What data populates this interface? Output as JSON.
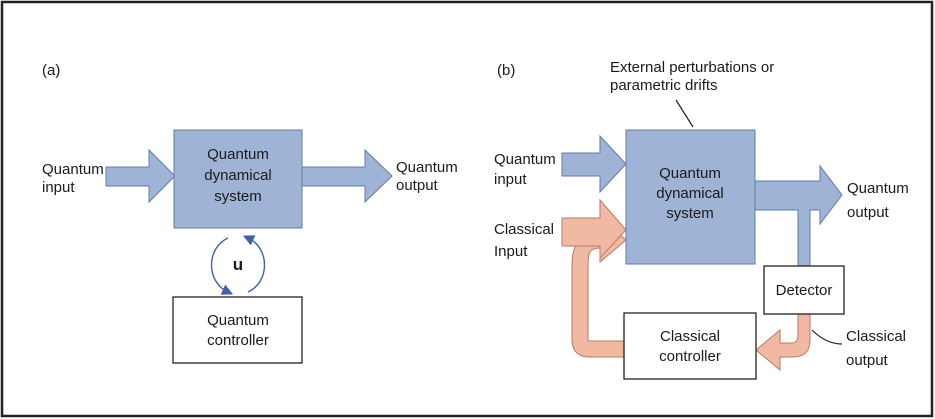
{
  "colors": {
    "quantum_fill": "#9fb3d6",
    "quantum_stroke": "#5f7ca8",
    "classical_fill": "#f2b9a2",
    "classical_stroke": "#b97a64",
    "loop_arrow": "#3f63a8",
    "frame": "#222222"
  },
  "panel_a": {
    "label": "(a)",
    "input_label": [
      "Quantum",
      "input"
    ],
    "system_label": [
      "Quantum",
      "dynamical",
      "system"
    ],
    "output_label": [
      "Quantum",
      "output"
    ],
    "control_symbol": "u",
    "controller_label": [
      "Quantum",
      "controller"
    ]
  },
  "panel_b": {
    "label": "(b)",
    "perturbation_label": [
      "External perturbations or",
      "parametric drifts"
    ],
    "quantum_input_label": [
      "Quantum",
      "input"
    ],
    "classical_input_label": [
      "Classical",
      "Input"
    ],
    "system_label": [
      "Quantum",
      "dynamical",
      "system"
    ],
    "quantum_output_label": [
      "Quantum",
      "output"
    ],
    "detector_label": "Detector",
    "controller_label": [
      "Classical",
      "controller"
    ],
    "classical_output_label": [
      "Classical",
      "output"
    ]
  }
}
